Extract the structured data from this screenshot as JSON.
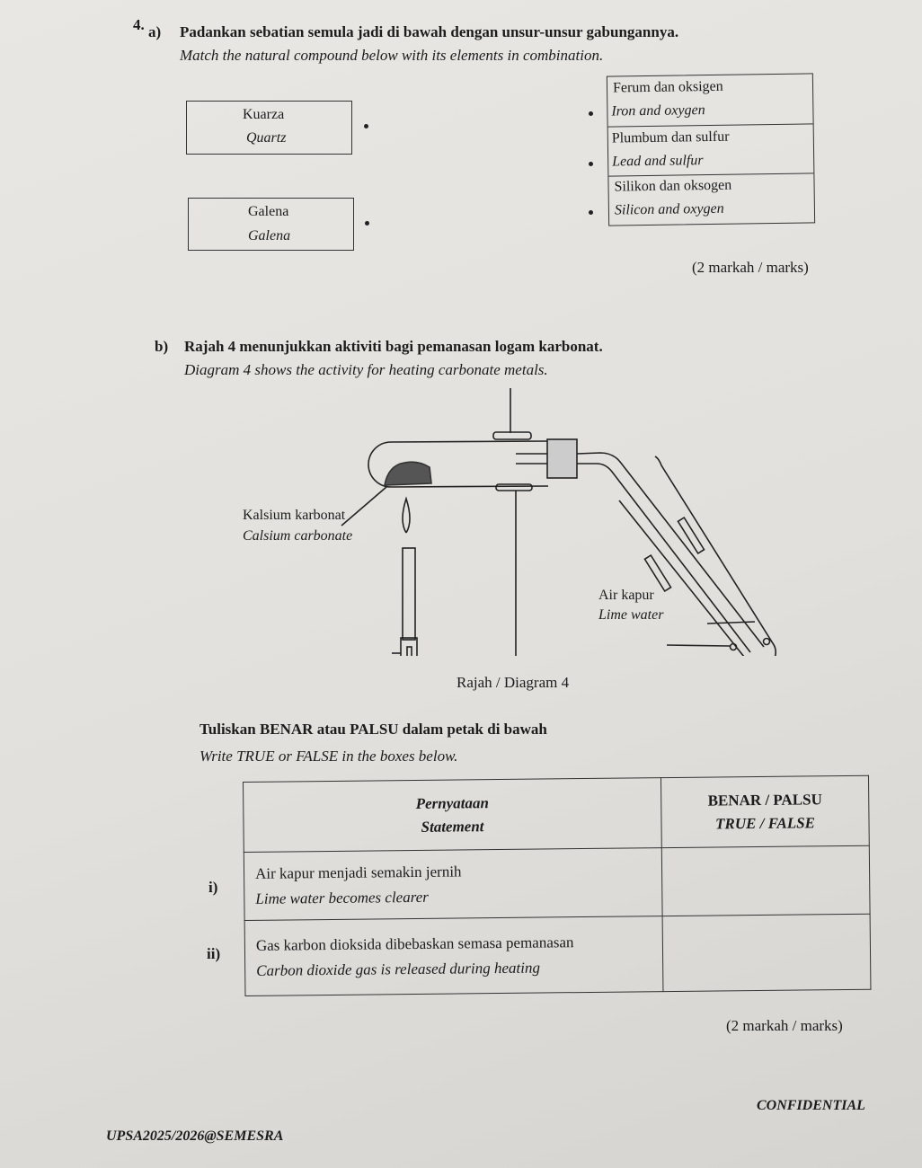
{
  "question_number": "4.",
  "part_a": {
    "label": "a)",
    "instruction_ms": "Padankan sebatian semula jadi di bawah dengan unsur-unsur gabungannya.",
    "instruction_en": "Match the natural compound below with its elements in combination.",
    "compounds": [
      {
        "ms": "Kuarza",
        "en": "Quartz"
      },
      {
        "ms": "Galena",
        "en": "Galena"
      }
    ],
    "elements": [
      {
        "ms": "Ferum dan oksigen",
        "en": "Iron and oxygen"
      },
      {
        "ms": "Plumbum dan sulfur",
        "en": "Lead and sulfur"
      },
      {
        "ms": "Silikon dan oksogen",
        "en": "Silicon and oxygen"
      }
    ],
    "marks": "(2 markah / marks)"
  },
  "part_b": {
    "label": "b)",
    "intro_ms": "Rajah 4 menunjukkan aktiviti bagi pemanasan logam karbonat.",
    "intro_en": "Diagram 4 shows the activity for heating carbonate metals.",
    "diagram": {
      "label_calcium_ms": "Kalsium karbonat",
      "label_calcium_en": "Calsium carbonate",
      "label_lime_ms": "Air kapur",
      "label_lime_en": "Lime water",
      "caption": "Rajah / Diagram 4"
    },
    "task_ms": "Tuliskan BENAR atau PALSU dalam petak di bawah",
    "task_en": "Write TRUE or FALSE in the boxes below.",
    "table": {
      "header_statement_ms": "Pernyataan",
      "header_statement_en": "Statement",
      "header_answer_ms": "BENAR / PALSU",
      "header_answer_en": "TRUE / FALSE",
      "rows": [
        {
          "no": "i)",
          "ms": "Air kapur menjadi semakin jernih",
          "en": "Lime water becomes clearer",
          "answer": ""
        },
        {
          "no": "ii)",
          "ms": "Gas karbon dioksida dibebaskan semasa pemanasan",
          "en": "Carbon dioxide gas is released during heating",
          "answer": ""
        }
      ]
    },
    "marks": "(2 markah / marks)"
  },
  "footer": {
    "confidential": "CONFIDENTIAL",
    "code": "UPSA2025/2026@SEMESRA"
  }
}
